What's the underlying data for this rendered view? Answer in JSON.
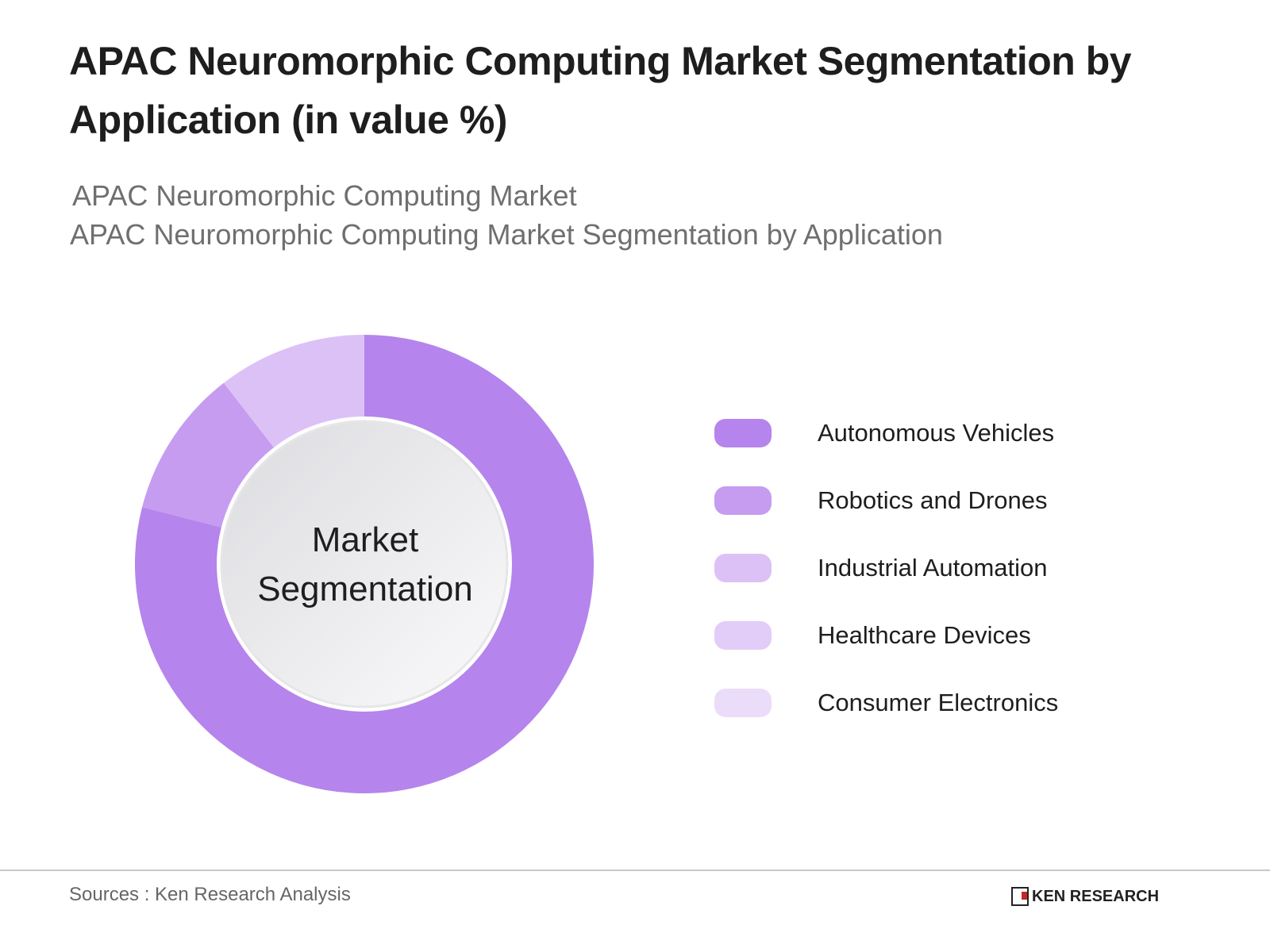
{
  "title": "APAC Neuromorphic Computing Market Segmentation by Application (in value %)",
  "subtitle_lines": [
    "APAC Neuromorphic Computing Market",
    "APAC Neuromorphic Computing Market Segmentation by Application"
  ],
  "center_label": [
    "Market",
    "Segmentation"
  ],
  "footer": {
    "source": "Sources : Ken Research Analysis",
    "logo_text": "KEN RESEARCH"
  },
  "chart_data": {
    "type": "pie",
    "variant": "donut",
    "title": "APAC Neuromorphic Computing Market Segmentation by Application (in value %)",
    "categories": [
      "Autonomous Vehicles",
      "Robotics and Drones",
      "Industrial Automation",
      "Healthcare Devices",
      "Consumer Electronics"
    ],
    "values": [
      79,
      10.5,
      10.5,
      0,
      0
    ],
    "colors": [
      "#b584ec",
      "#c69cf0",
      "#dcc1f7",
      "#e2cdf8",
      "#ebdcfa"
    ],
    "legend_position": "right"
  }
}
